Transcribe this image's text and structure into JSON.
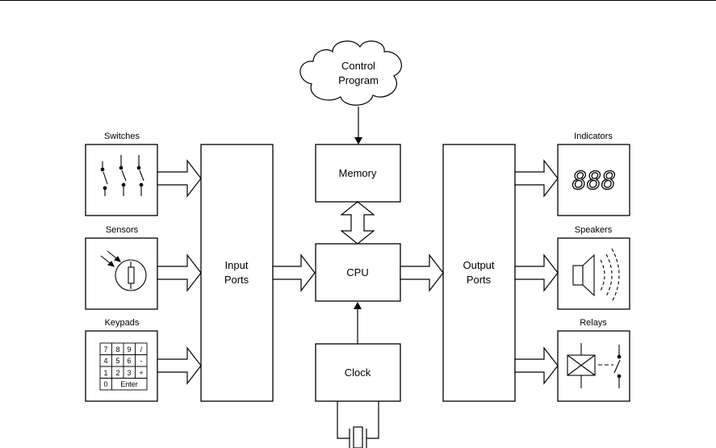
{
  "blocks": {
    "control_program": [
      "Control",
      "Program"
    ],
    "memory": "Memory",
    "cpu": "CPU",
    "clock": "Clock",
    "input_ports": [
      "Input",
      "Ports"
    ],
    "output_ports": [
      "Output",
      "Ports"
    ]
  },
  "inputs": {
    "switches": "Switches",
    "sensors": "Sensors",
    "keypads": "Keypads"
  },
  "outputs": {
    "indicators": "Indicators",
    "indicators_display": "888",
    "speakers": "Speakers",
    "relays": "Relays"
  },
  "keypad_keys": [
    [
      "7",
      "8",
      "9",
      "/"
    ],
    [
      "4",
      "5",
      "6",
      "-"
    ],
    [
      "1",
      "2",
      "3",
      "+"
    ],
    [
      "0",
      "Enter"
    ]
  ]
}
